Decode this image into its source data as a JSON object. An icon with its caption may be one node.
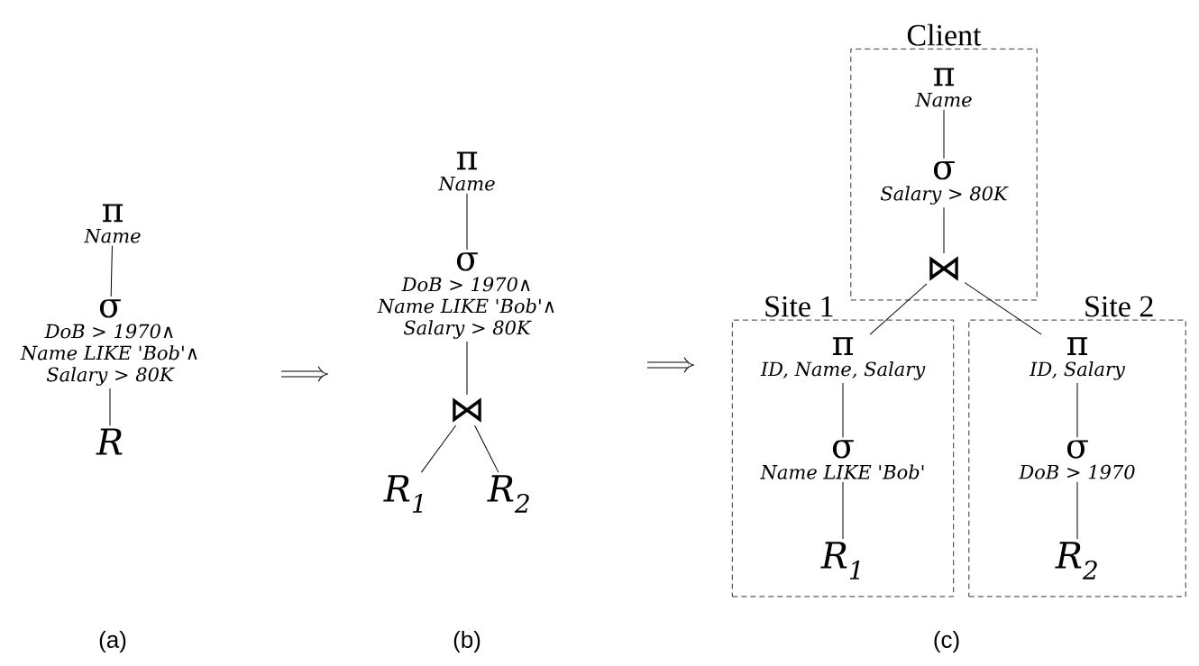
{
  "diagram": {
    "nodes": [
      {
        "text": [
          "π",
          "Name"
        ]
      },
      {
        "text": [
          "σ",
          "DoB > 1970∧ Name LIKE 'Bob'∧ Salary > 80K"
        ]
      },
      {
        "text": [
          "R"
        ]
      },
      {
        "text": [
          "π",
          "Name"
        ]
      },
      {
        "text": [
          "σ",
          "DoB > 1970∧ Name LIKE 'Bob'∧ Salary > 80K"
        ]
      },
      {
        "text": [
          "⋈"
        ]
      },
      {
        "text": [
          "R$_{1}$"
        ]
      },
      {
        "text": [
          "R$_{2}$"
        ]
      },
      {
        "text": [
          "Client"
        ]
      },
      {
        "text": [
          "π",
          "Name"
        ],
        "in": 8
      },
      {
        "text": [
          "σ",
          "Salary > 80K"
        ],
        "in": 8
      },
      {
        "text": [
          "⋈"
        ],
        "in": 8
      },
      {
        "text": [
          "Site 1"
        ]
      },
      {
        "text": [
          "π",
          "ID, Name, Salary"
        ],
        "in": 12
      },
      {
        "text": [
          "σ",
          "Name LIKE 'Bob'"
        ],
        "in": 12
      },
      {
        "text": [
          "R$_{1}$"
        ],
        "in": 12
      },
      {
        "text": [
          "Site 2"
        ]
      },
      {
        "text": [
          "π",
          "ID, Salary"
        ],
        "in": 16
      },
      {
        "text": [
          "σ",
          "DoB > 1970"
        ],
        "in": 16
      },
      {
        "text": [
          "R$_{2}$"
        ],
        "in": 16
      }
    ],
    "edges": [
      {
        "from": 0,
        "to": 1,
        "arrow": "none"
      },
      {
        "from": 1,
        "to": 2,
        "arrow": "none"
      },
      {
        "from": 3,
        "to": 4,
        "arrow": "none"
      },
      {
        "from": 4,
        "to": 5,
        "arrow": "none"
      },
      {
        "from": 5,
        "to": 6,
        "arrow": "none"
      },
      {
        "from": 5,
        "to": 7,
        "arrow": "none"
      },
      {
        "from": 9,
        "to": 10,
        "arrow": "none"
      },
      {
        "from": 10,
        "to": 11,
        "arrow": "none"
      },
      {
        "from": 11,
        "to": 13,
        "arrow": "none"
      },
      {
        "from": 11,
        "to": 17,
        "arrow": "none"
      },
      {
        "from": 13,
        "to": 14,
        "arrow": "none"
      },
      {
        "from": 14,
        "to": 15,
        "arrow": "none"
      },
      {
        "from": 17,
        "to": 18,
        "arrow": "none"
      },
      {
        "from": 18,
        "to": 19,
        "arrow": "none"
      }
    ],
    "labels": [
      "(a)",
      "(b)",
      "(c)"
    ]
  }
}
